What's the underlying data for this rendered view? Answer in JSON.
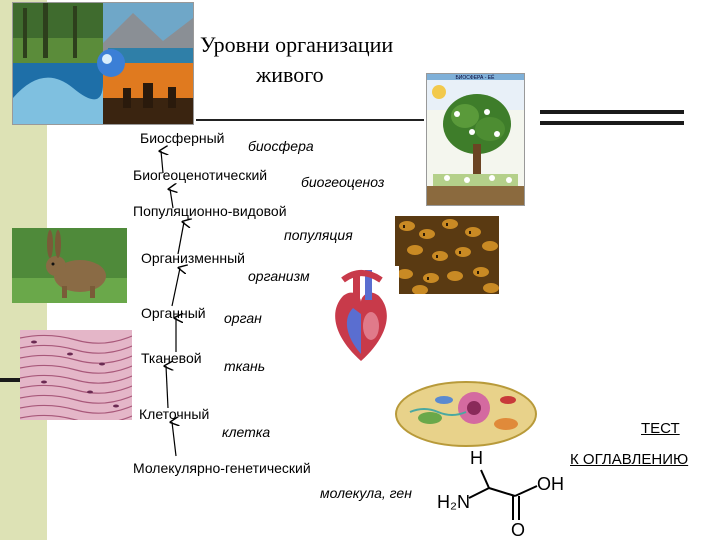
{
  "slide": {
    "title_line1": "Уровни организации",
    "title_line2": "живого"
  },
  "levels": [
    {
      "label": "Биосферный",
      "term": "биосфера"
    },
    {
      "label": "Биогеоценотический",
      "term": "биогеоценоз"
    },
    {
      "label": "Популяционно-видовой",
      "term": "популяция"
    },
    {
      "label": "Организменный",
      "term": "организм"
    },
    {
      "label": "Органный",
      "term": "орган"
    },
    {
      "label": "Тканевой",
      "term": "ткань"
    },
    {
      "label": "Клеточный",
      "term": "клетка"
    },
    {
      "label": "Молекулярно-генетический",
      "term": "молекула, ген"
    }
  ],
  "links": {
    "test": "ТЕСТ",
    "toc": "К ОГЛАВЛЕНИЮ"
  },
  "molecule": {
    "h": "H",
    "oh": "OH",
    "h2n": "H₂N",
    "o": "O"
  },
  "tree_poster": {
    "caption": "БИОСФЕРА - ЕЁ"
  },
  "colors": {
    "sidebar": "#dde2b5",
    "rule": "#222222"
  }
}
